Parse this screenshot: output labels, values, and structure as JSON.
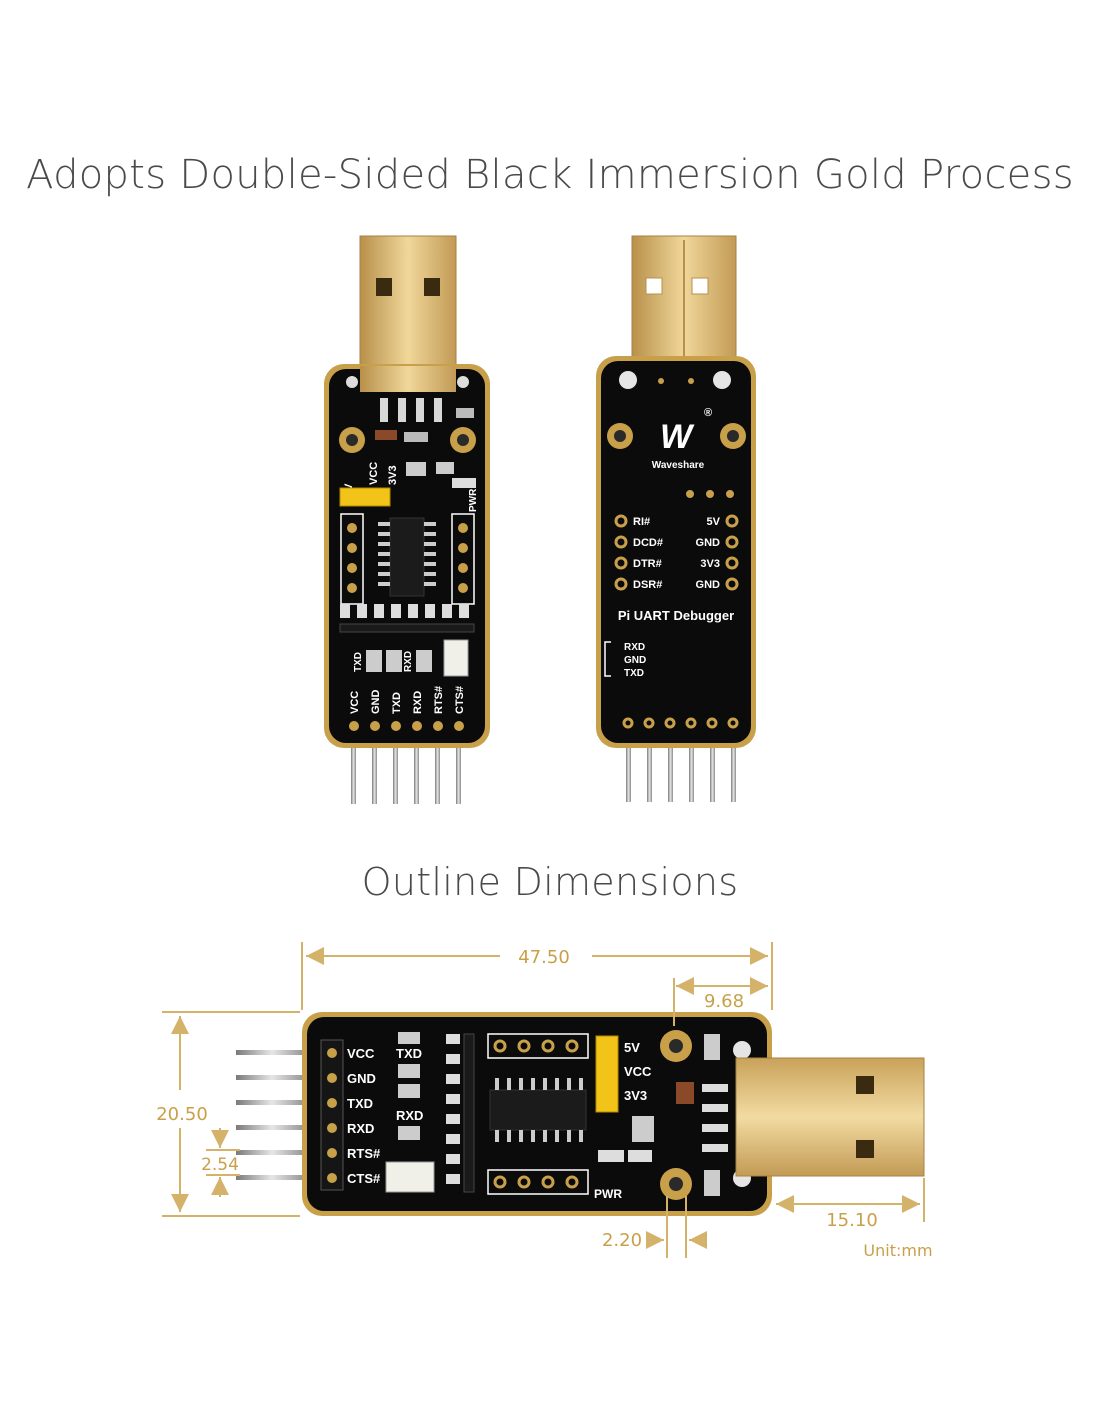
{
  "headings": {
    "top": "Adopts Double-Sided Black Immersion Gold Process",
    "mid": "Outline Dimensions"
  },
  "colors": {
    "pcb": "#0b0b0b",
    "gold": "#c9a04a",
    "usb_gold": "#e2c27b",
    "dimension": "#d4b26a",
    "heading": "#4a4a4a"
  },
  "front_board": {
    "top_labels": [
      "5V",
      "VCC",
      "3V3"
    ],
    "pwr_label": "PWR",
    "mid_labels": [
      "TXD",
      "RXD"
    ],
    "pin_labels": [
      "VCC",
      "GND",
      "TXD",
      "RXD",
      "RTS#",
      "CTS#"
    ]
  },
  "back_board": {
    "brand": "Waveshare",
    "logo": "W",
    "logo_mark": "®",
    "left_pins": [
      "RI#",
      "DCD#",
      "DTR#",
      "DSR#"
    ],
    "right_pins": [
      "5V",
      "GND",
      "3V3",
      "GND"
    ],
    "product_name": "Pi UART Debugger",
    "uart_labels": [
      "RXD",
      "GND",
      "TXD"
    ]
  },
  "dimension_board": {
    "pin_labels": [
      "VCC",
      "GND",
      "TXD",
      "RXD",
      "RTS#",
      "CTS#"
    ],
    "mid_labels": [
      "TXD",
      "RXD"
    ],
    "jumper_labels": [
      "5V",
      "VCC",
      "3V3"
    ],
    "pwr_label": "PWR"
  },
  "dimensions": {
    "length": "47.50",
    "usb_offset": "9.68",
    "width": "20.50",
    "pin_pitch": "2.54",
    "hole": "2.20",
    "usb_length": "15.10",
    "unit": "Unit:mm"
  }
}
